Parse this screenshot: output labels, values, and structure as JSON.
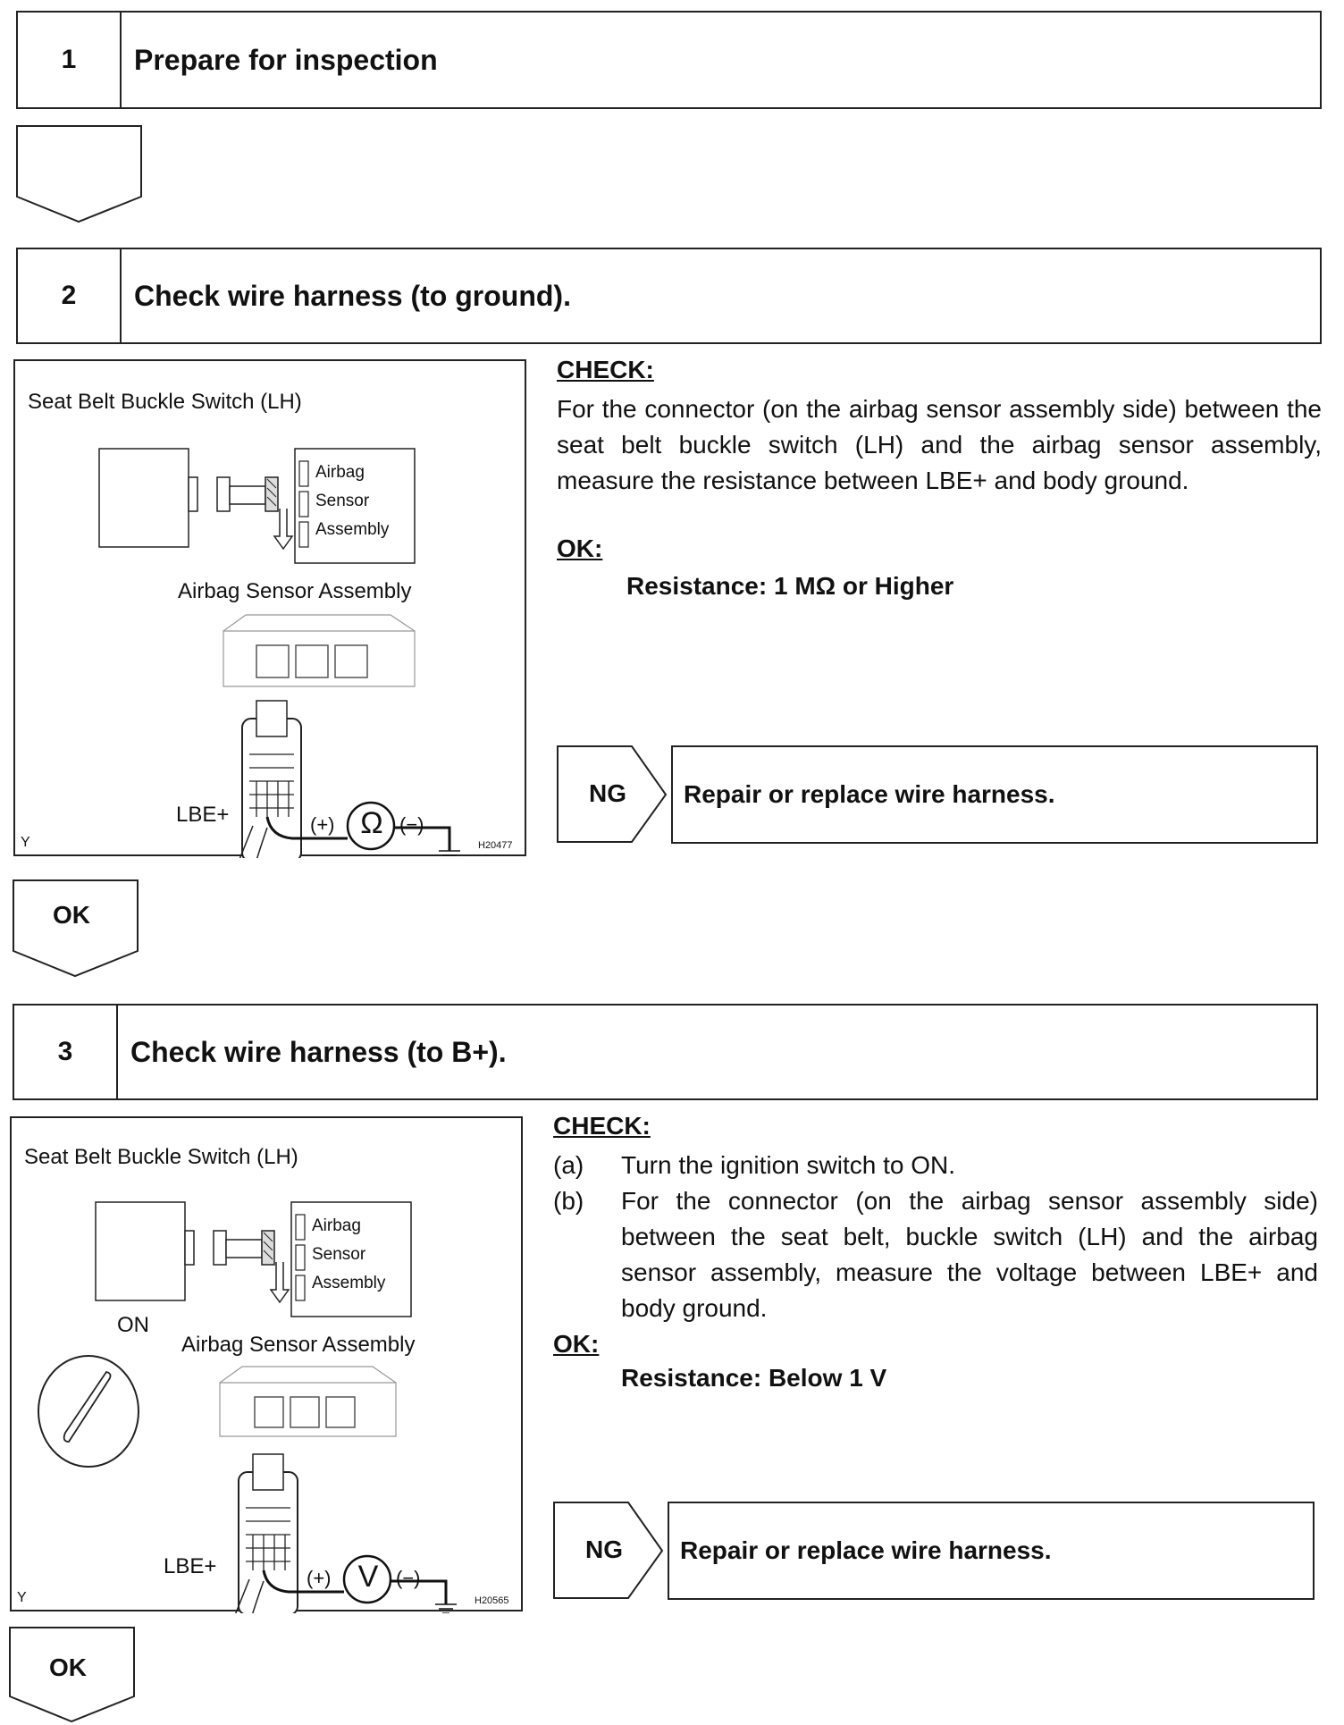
{
  "steps": [
    {
      "number": "1",
      "title": "Prepare for inspection"
    },
    {
      "number": "2",
      "title": "Check wire harness (to ground).",
      "figure": {
        "title": "Seat Belt Buckle Switch (LH)",
        "side_labels": [
          "Airbag",
          "Sensor",
          "Assembly"
        ],
        "assembly_label": "Airbag Sensor Assembly",
        "terminal": "LBE+",
        "meter_symbol": "Ω",
        "plus": "(+)",
        "minus": "(−)",
        "corner_mark": "Y",
        "figure_id": "H20477"
      },
      "check_heading": "CHECK:",
      "check_text": "For the connector (on the airbag sensor assembly side) between the seat belt buckle switch (LH) and the airbag sensor assembly, measure the resistance between LBE+ and body ground.",
      "ok_heading": "OK:",
      "spec": "Resistance: 1 MΩ or Higher",
      "ng_label": "NG",
      "ng_action": "Repair or replace wire harness.",
      "ok_label": "OK"
    },
    {
      "number": "3",
      "title": "Check wire harness (to B+).",
      "figure": {
        "title": "Seat Belt Buckle Switch (LH)",
        "side_labels": [
          "Airbag",
          "Sensor",
          "Assembly"
        ],
        "on_label": "ON",
        "assembly_label": "Airbag Sensor Assembly",
        "terminal": "LBE+",
        "meter_symbol": "V",
        "plus": "(+)",
        "minus": "(−)",
        "corner_mark": "Y",
        "figure_id": "H20565"
      },
      "check_heading": "CHECK:",
      "check_items": [
        {
          "label": "(a)",
          "text": "Turn the ignition switch to ON."
        },
        {
          "label": "(b)",
          "text": "For the connector (on the airbag sensor assembly side) between the seat belt, buckle switch (LH) and the airbag sensor assembly, measure the voltage between LBE+ and body ground."
        }
      ],
      "ok_heading": "OK:",
      "spec": "Resistance: Below 1 V",
      "ng_label": "NG",
      "ng_action": "Repair or replace wire harness.",
      "ok_label": "OK"
    }
  ]
}
